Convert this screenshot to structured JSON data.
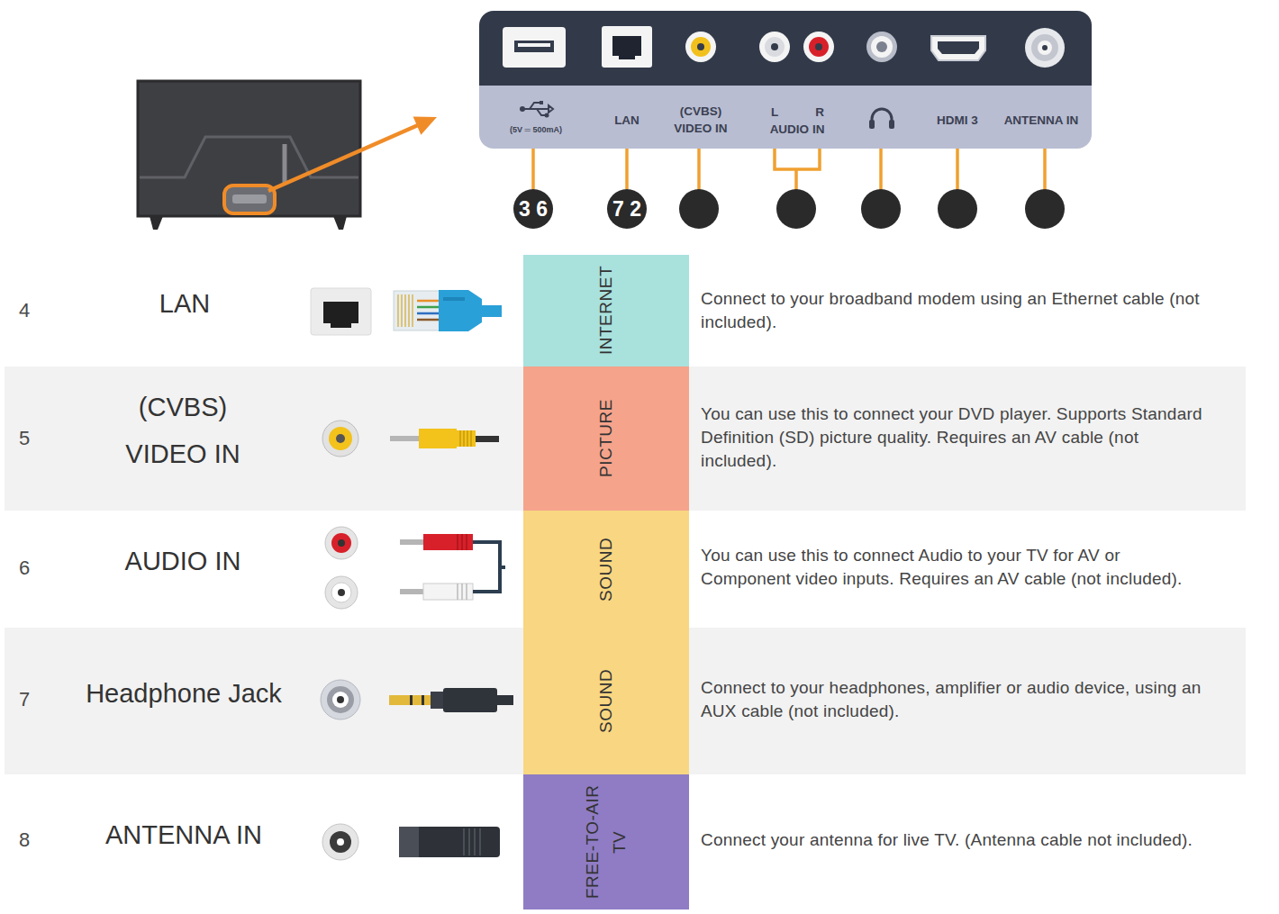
{
  "diagram": {
    "nodes": [
      {
        "text": [
          "(5V ═ 500mA)",
          "LAN",
          "(CVBS) VIDEO IN",
          "L",
          "R",
          "AUDIO IN",
          "HDMI 3",
          "ANTENNA IN"
        ]
      },
      {
        "text": [
          "3 6"
        ]
      },
      {
        "text": [
          "7 2"
        ]
      },
      {
        "text": [
          "INTERNET"
        ]
      },
      {
        "text": [
          "PICTURE"
        ]
      },
      {
        "text": [
          "SOUND"
        ]
      },
      {
        "text": [
          "SOUND"
        ]
      },
      {
        "text": [
          "FREE-TO-AIR TV"
        ]
      }
    ],
    "edges": [
      {
        "from": 0,
        "to": 1,
        "arrow": "none"
      },
      {
        "from": 0,
        "to": 2,
        "arrow": "none"
      }
    ],
    "labels": [
      "4",
      "LAN",
      "Connect to your broadband modem using an Ethernet cable (not included).",
      "5",
      "(CVBS) VIDEO IN",
      "You can use this to connect your DVD player. Supports Standard Definition (SD) picture quality. Requires an AV cable (not included).",
      "6",
      "AUDIO IN",
      "You can use this to connect Audio to your TV for AV or Component video inputs. Requires an AV cable (not included).",
      "7",
      "Headphone Jack",
      "Connect to your headphones, amplifier or audio device, using an AUX cable (not included).",
      "8",
      "ANTENNA IN",
      "Connect your antenna for live TV. (Antenna cable not included)."
    ]
  }
}
